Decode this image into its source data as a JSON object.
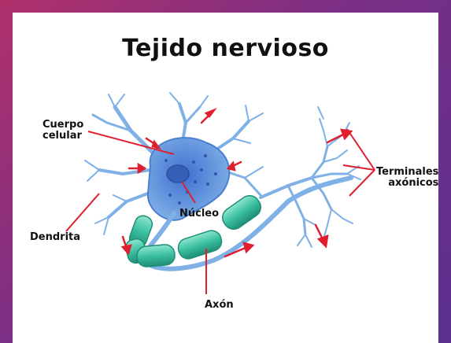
{
  "title": "Tejido nervioso",
  "labels": {
    "cuerpo_celular": "Cuerpo\ncelular",
    "nucleo": "Núcleo",
    "dendrita": "Dendrita",
    "terminales_axonicos": "Terminales\naxónicos",
    "axon": "Axón"
  },
  "colors": {
    "neuron_blue": "#5f93d6",
    "myelin_teal": "#3bbfa0",
    "pointer_red": "#e01f2e"
  }
}
